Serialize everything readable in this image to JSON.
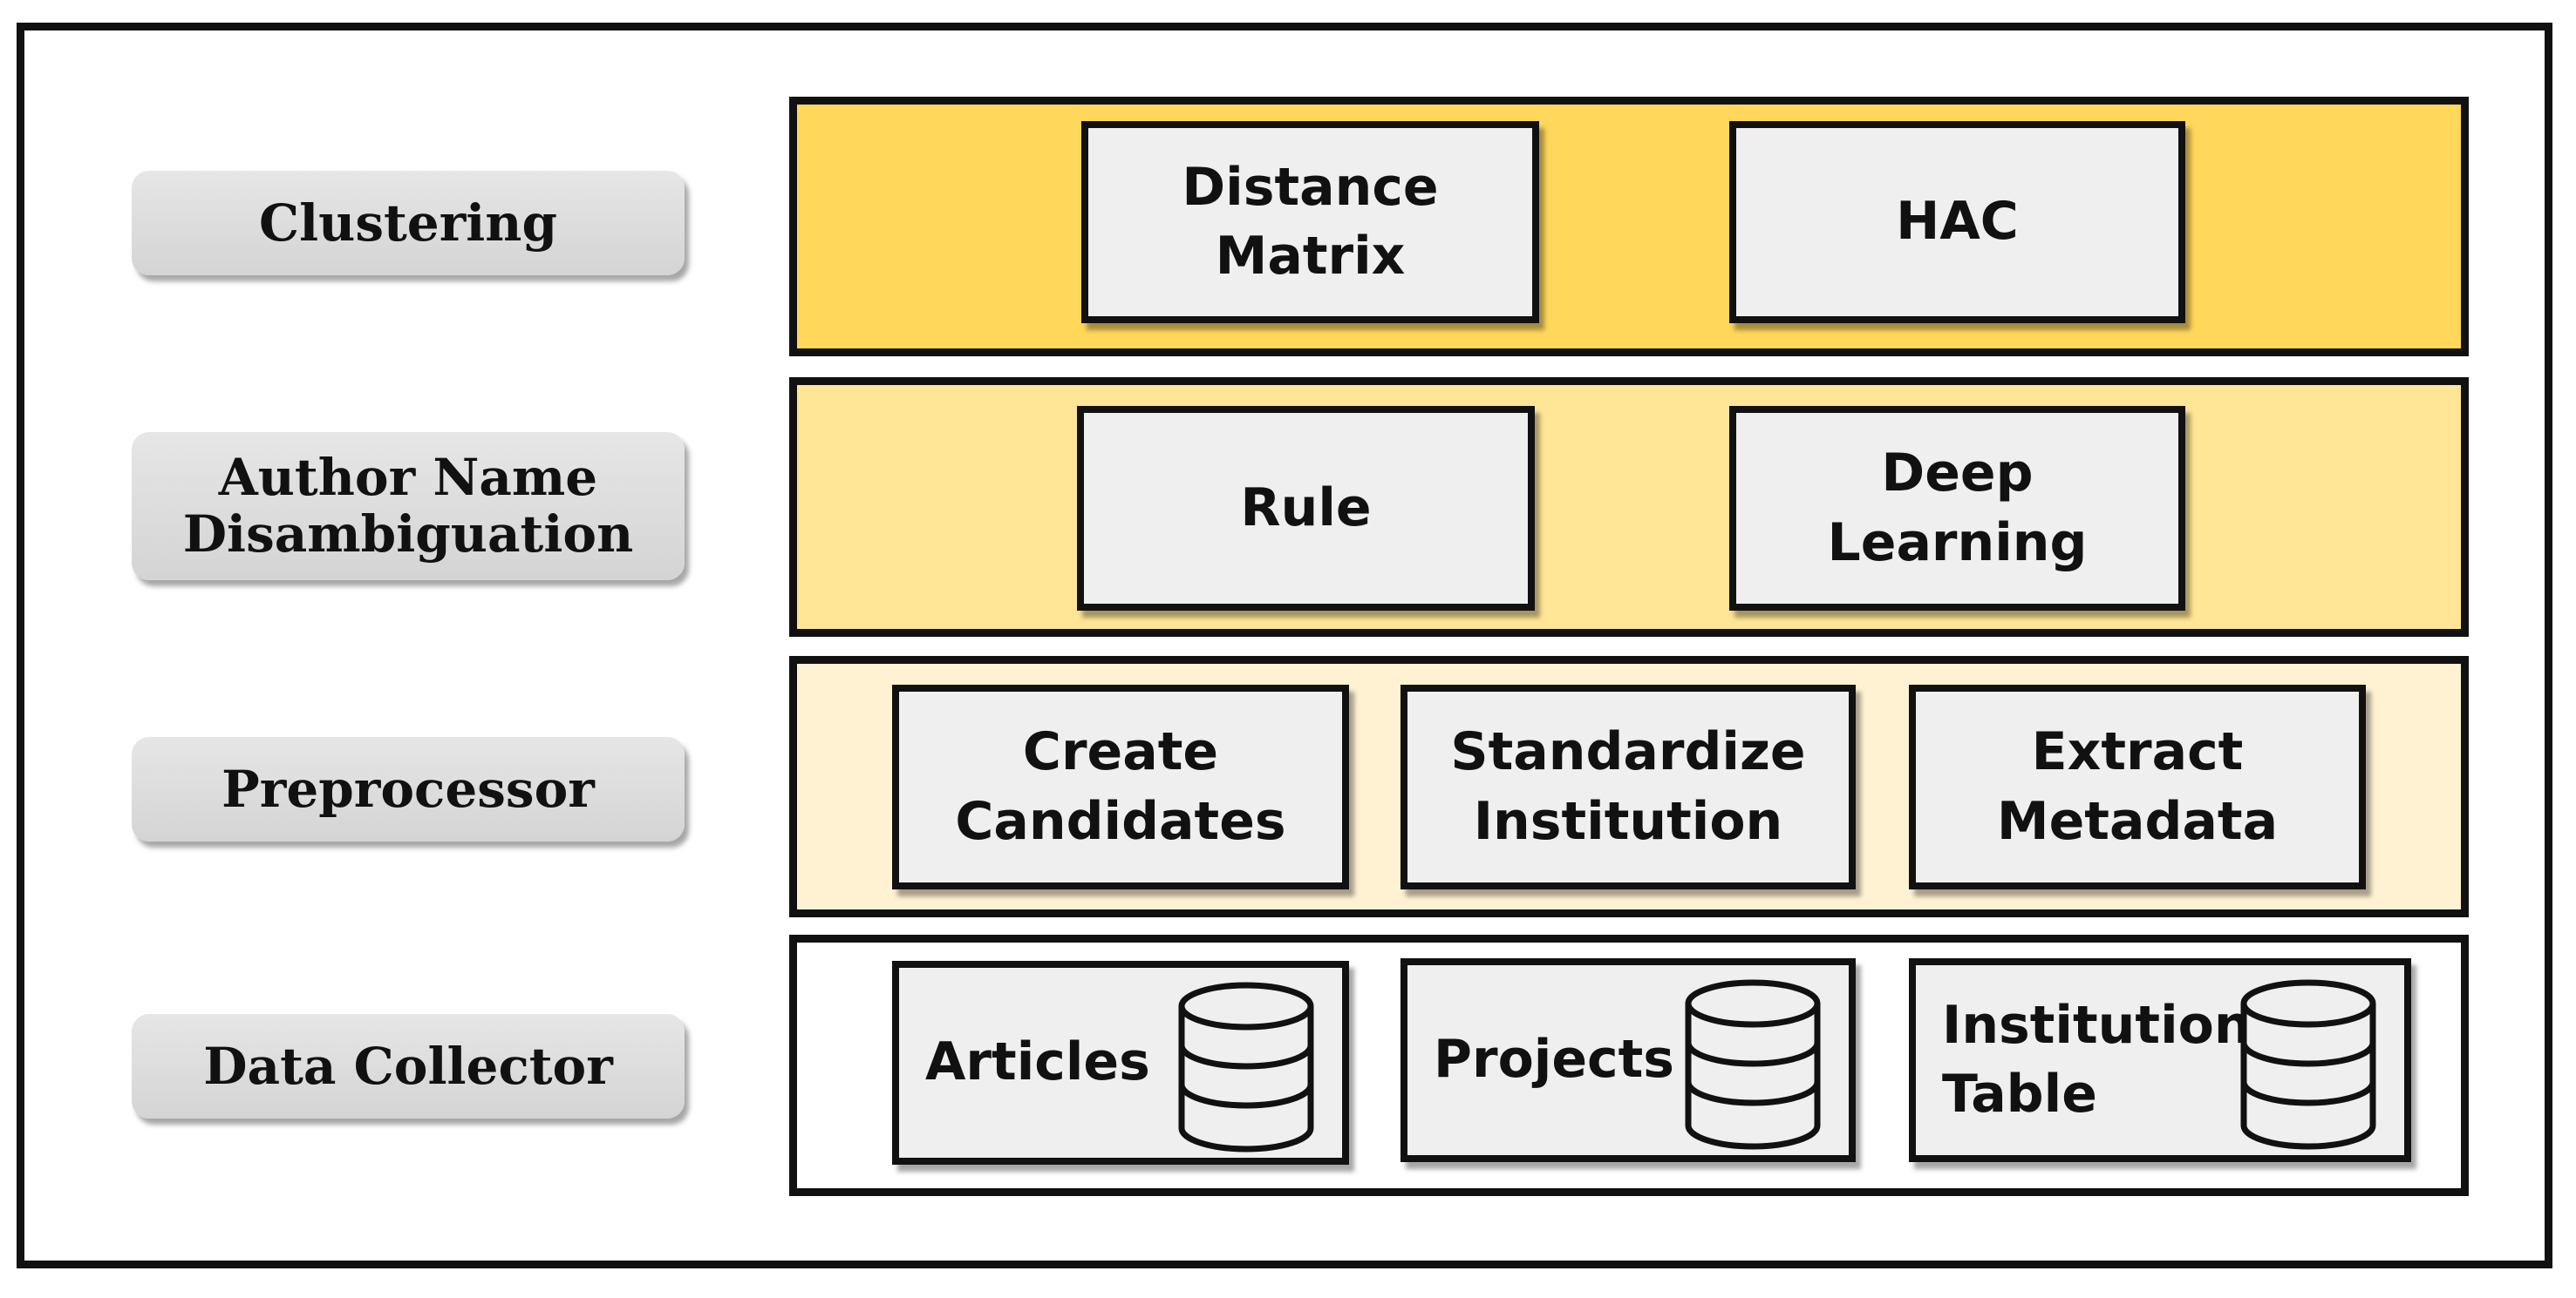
{
  "layers": [
    {
      "label": "Clustering",
      "fill": "#ffd75b",
      "components": [
        "Distance\nMatrix",
        "HAC"
      ]
    },
    {
      "label": "Author Name\nDisambiguation",
      "fill": "#ffe596",
      "components": [
        "Rule",
        "Deep\nLearning"
      ]
    },
    {
      "label": "Preprocessor",
      "fill": "#fff2d2",
      "components": [
        "Create\nCandidates",
        "Standardize\nInstitution",
        "Extract\nMetadata"
      ]
    },
    {
      "label": "Data Collector",
      "fill": "#ffffff",
      "components": [
        "Articles",
        "Projects",
        "Institution\nTable"
      ],
      "component_icon": "database-icon"
    }
  ],
  "colors": {
    "border": "#111111",
    "label_bg": "#dedede",
    "box_bg": "#efefef"
  }
}
